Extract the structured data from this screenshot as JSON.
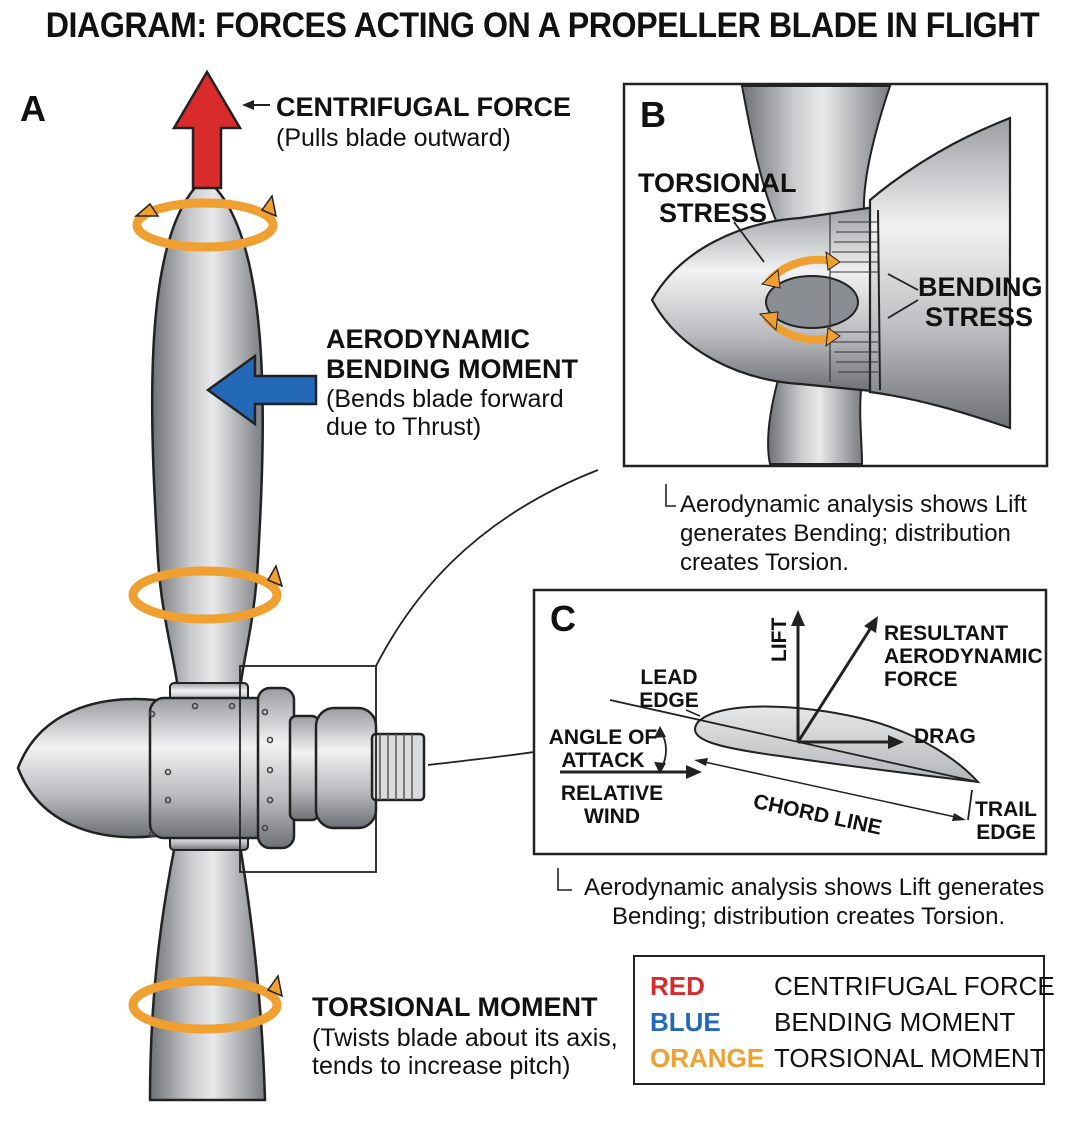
{
  "title": "DIAGRAM: FORCES ACTING ON A PROPELLER BLADE IN FLIGHT",
  "panel_a": {
    "letter": "A",
    "centrifugal": {
      "title": "CENTRIFUGAL FORCE",
      "desc": "(Pulls blade outward)"
    },
    "bending": {
      "title_line1": "AERODYNAMIC",
      "title_line2": "BENDING MOMENT",
      "desc_line1": "(Bends blade forward",
      "desc_line2": "due to Thrust)"
    },
    "torsional": {
      "title": "TORSIONAL MOMENT",
      "desc_line1": "(Twists blade about its axis,",
      "desc_line2": "tends to increase pitch)"
    }
  },
  "panel_b": {
    "letter": "B",
    "torsional_stress_line1": "TORSIONAL",
    "torsional_stress_line2": "STRESS",
    "bending_stress_line1": "BENDING",
    "bending_stress_line2": "STRESS",
    "caption_line1": "Aerodynamic analysis shows Lift",
    "caption_line2": "generates Bending; distribution",
    "caption_line3": "creates Torsion."
  },
  "panel_c": {
    "letter": "C",
    "lift": "LIFT",
    "resultant_line1": "RESULTANT",
    "resultant_line2": "AERODYNAMIC",
    "resultant_line3": "FORCE",
    "lead_line1": "LEAD",
    "lead_line2": "EDGE",
    "drag": "DRAG",
    "aoa_line1": "ANGLE OF",
    "aoa_line2": "ATTACK",
    "wind_line1": "RELATIVE",
    "wind_line2": "WIND",
    "chord": "CHORD LINE",
    "trail_line1": "TRAIL",
    "trail_line2": "EDGE",
    "caption_line1": "Aerodynamic analysis shows Lift generates",
    "caption_line2": "Bending; distribution creates Torsion."
  },
  "legend": [
    {
      "key": "RED",
      "value": "CENTRIFUGAL FORCE",
      "color": "#d92b2b"
    },
    {
      "key": "BLUE",
      "value": "BENDING MOMENT",
      "color": "#2469b8"
    },
    {
      "key": "ORANGE",
      "value": "TORSIONAL MOMENT",
      "color": "#f0a030"
    }
  ],
  "colors": {
    "red": "#d92b2b",
    "blue": "#2469b8",
    "orange": "#f0a030",
    "metal": "#a9acb0",
    "outline": "#222222"
  }
}
